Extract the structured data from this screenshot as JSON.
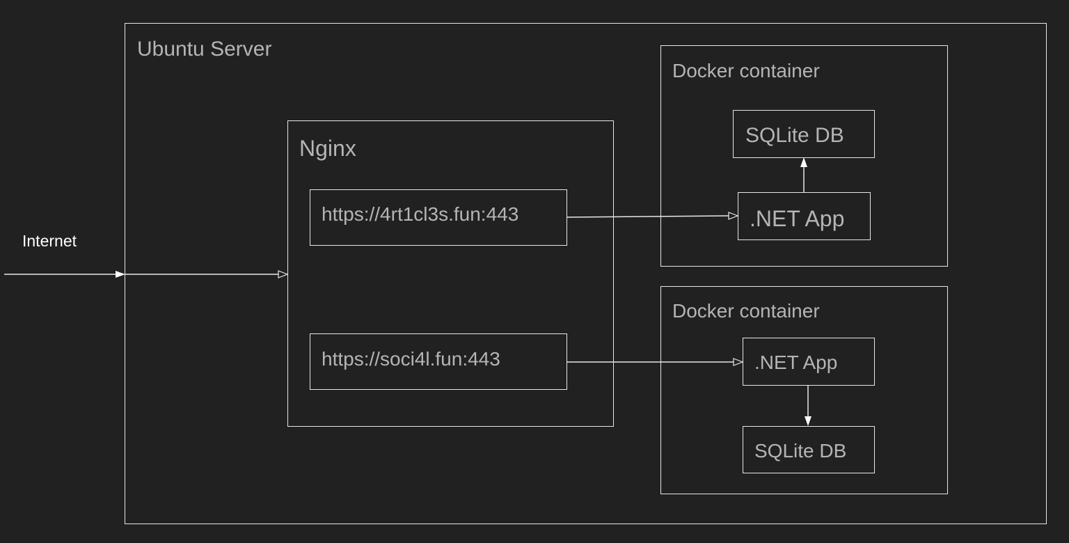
{
  "theme": {
    "background": "#212121",
    "stroke": "#e8e8e8",
    "text_muted": "#b5b5b5",
    "text_bright": "#ffffff"
  },
  "diagram": {
    "internet_label": "Internet",
    "server_label": "Ubuntu Server",
    "nginx_label": "Nginx",
    "routes": [
      {
        "url": "https://4rt1cl3s.fun:443"
      },
      {
        "url": "https://soci4l.fun:443"
      }
    ],
    "containers": [
      {
        "label": "Docker container",
        "app_label": ".NET App",
        "db_label": "SQLite DB"
      },
      {
        "label": "Docker container",
        "app_label": ".NET App",
        "db_label": "SQLite DB"
      }
    ]
  }
}
